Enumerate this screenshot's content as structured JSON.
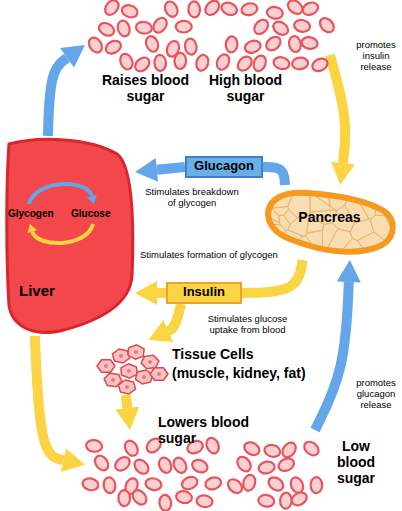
{
  "diagram": {
    "nodes": [
      {
        "text": [
          "High blood sugar"
        ]
      },
      {
        "text": [
          "Glycogen",
          "Glucose",
          "Liver"
        ]
      },
      {
        "text": [
          "Glucagon"
        ]
      },
      {
        "text": [
          "Pancreas"
        ]
      },
      {
        "text": [
          "Insulin"
        ]
      },
      {
        "text": [
          "Tissue Cells",
          "(muscle, kidney, fat)"
        ]
      },
      {
        "text": [
          "Low blood sugar"
        ]
      }
    ],
    "edges": [
      {
        "from": 1,
        "to": 0,
        "arrow": "to",
        "label": "Raises blood sugar"
      },
      {
        "from": 0,
        "to": 3,
        "arrow": "to",
        "label": "promotes insulin release"
      },
      {
        "from": 3,
        "to": 2,
        "arrow": "none"
      },
      {
        "from": 2,
        "to": 1,
        "arrow": "to",
        "label": "Stimulates breakdown of glycogen"
      },
      {
        "from": 3,
        "to": 4,
        "arrow": "none"
      },
      {
        "from": 4,
        "to": 1,
        "arrow": "to",
        "label": "Stimulates formation of glycogen"
      },
      {
        "from": 4,
        "to": 5,
        "arrow": "to",
        "label": "Stimulates glucose uptake from blood"
      },
      {
        "from": 5,
        "to": 6,
        "arrow": "to",
        "label": "Lowers blood sugar"
      },
      {
        "from": 1,
        "to": 6,
        "arrow": "to"
      },
      {
        "from": 6,
        "to": 3,
        "arrow": "to",
        "label": "promotes glucagon release"
      }
    ]
  }
}
